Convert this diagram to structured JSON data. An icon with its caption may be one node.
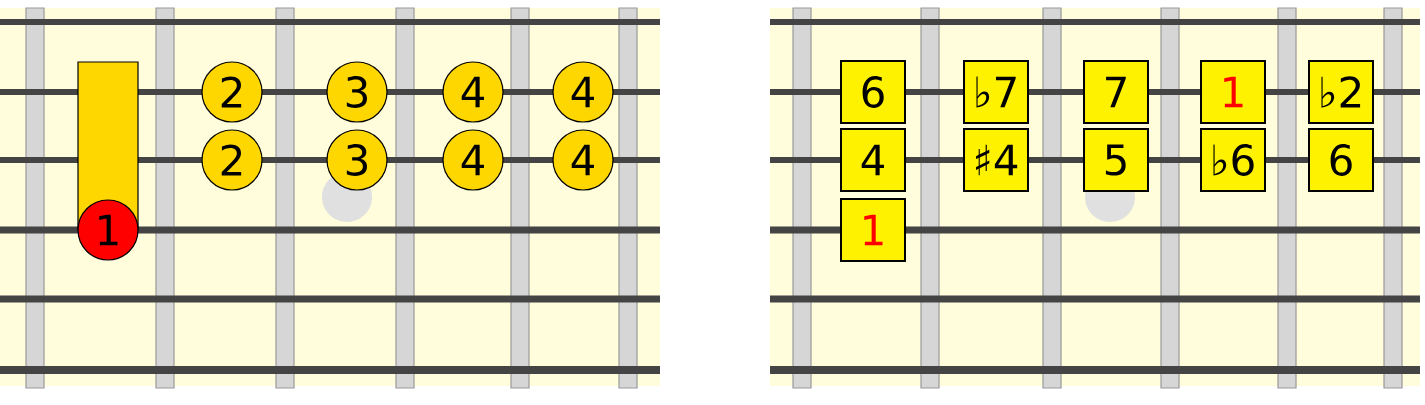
{
  "diagram": {
    "nodes": [
      {
        "text": [],
        "shape": "bar"
      },
      {
        "text": [
          "2"
        ]
      },
      {
        "text": [
          "3"
        ]
      },
      {
        "text": [
          "4"
        ]
      },
      {
        "text": [
          "4"
        ]
      },
      {
        "text": [
          "2"
        ]
      },
      {
        "text": [
          "3"
        ]
      },
      {
        "text": [
          "4"
        ]
      },
      {
        "text": [
          "4"
        ]
      },
      {
        "text": [
          "1"
        ]
      },
      {
        "text": [
          "6"
        ]
      },
      {
        "text": [
          "♭7"
        ]
      },
      {
        "text": [
          "7"
        ]
      },
      {
        "text": [
          "1"
        ]
      },
      {
        "text": [
          "♭2"
        ]
      },
      {
        "text": [
          "4"
        ]
      },
      {
        "text": [
          "♯4"
        ]
      },
      {
        "text": [
          "5"
        ]
      },
      {
        "text": [
          "♭6"
        ]
      },
      {
        "text": [
          "6"
        ]
      },
      {
        "text": [
          "1"
        ]
      }
    ]
  }
}
